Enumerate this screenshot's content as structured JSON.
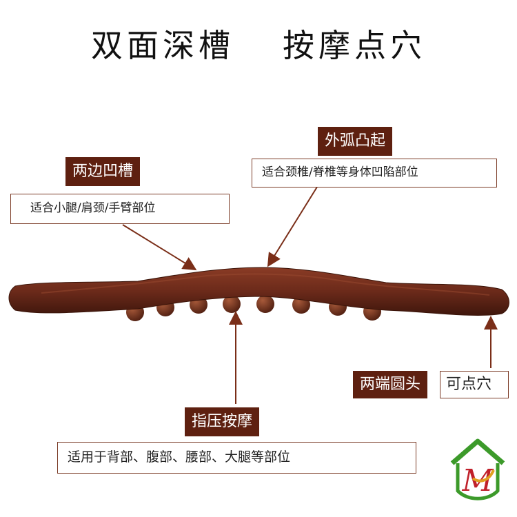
{
  "title": {
    "left": "双面深槽",
    "right": "按摩点穴"
  },
  "labels": {
    "two_sides": {
      "tag": "两边凹槽",
      "desc": "适合小腿/肩颈/手臂部位"
    },
    "outer_arc": {
      "tag": "外弧凸起",
      "desc": "适合颈椎/脊椎等身体凹陷部位"
    },
    "finger_press": {
      "tag": "指压按摩",
      "desc": "适用于背部、腹部、腰部、大腿等部位"
    },
    "ends": {
      "tag": "两端圆头",
      "desc": "可点穴"
    }
  },
  "logo": {
    "text": "M"
  },
  "colors": {
    "tag_bg": "#5e2010",
    "wood": "#6b2a1a",
    "arrow": "#7a2e18"
  }
}
